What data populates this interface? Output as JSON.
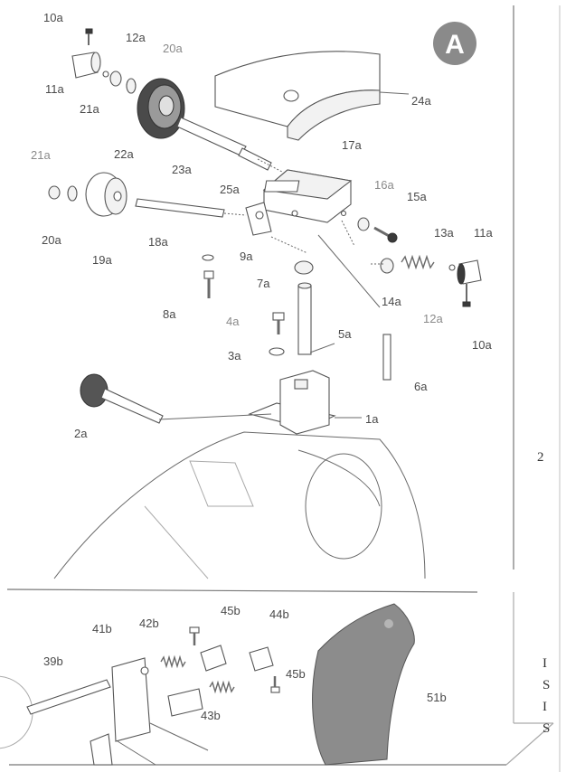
{
  "section_badge": "A",
  "part_labels": {
    "p10a_top": "10a",
    "p12a_top": "12a",
    "p20a_top": "20a",
    "p11a_left": "11a",
    "p21a_top": "21a",
    "p22a": "22a",
    "p24a": "24a",
    "p23a": "23a",
    "p17a": "17a",
    "p21a_mid": "21a",
    "p25a": "25a",
    "p16a": "16a",
    "p15a": "15a",
    "p20a_mid": "20a",
    "p19a": "19a",
    "p18a": "18a",
    "p13a": "13a",
    "p11a_right": "11a",
    "p9a": "9a",
    "p7a": "7a",
    "p14a": "14a",
    "p12a_right": "12a",
    "p8a": "8a",
    "p10a_right": "10a",
    "p4a": "4a",
    "p5a": "5a",
    "p3a": "3a",
    "p6a": "6a",
    "p1a": "1a",
    "p2a": "2a",
    "p45b_top": "45b",
    "p44b": "44b",
    "p42b": "42b",
    "p41b": "41b",
    "p39b": "39b",
    "p45b_bottom": "45b",
    "p43b": "43b",
    "p51b": "51b"
  },
  "side_text": {
    "page_mark": "2",
    "letters": [
      "I",
      "S",
      "I",
      "S"
    ]
  }
}
